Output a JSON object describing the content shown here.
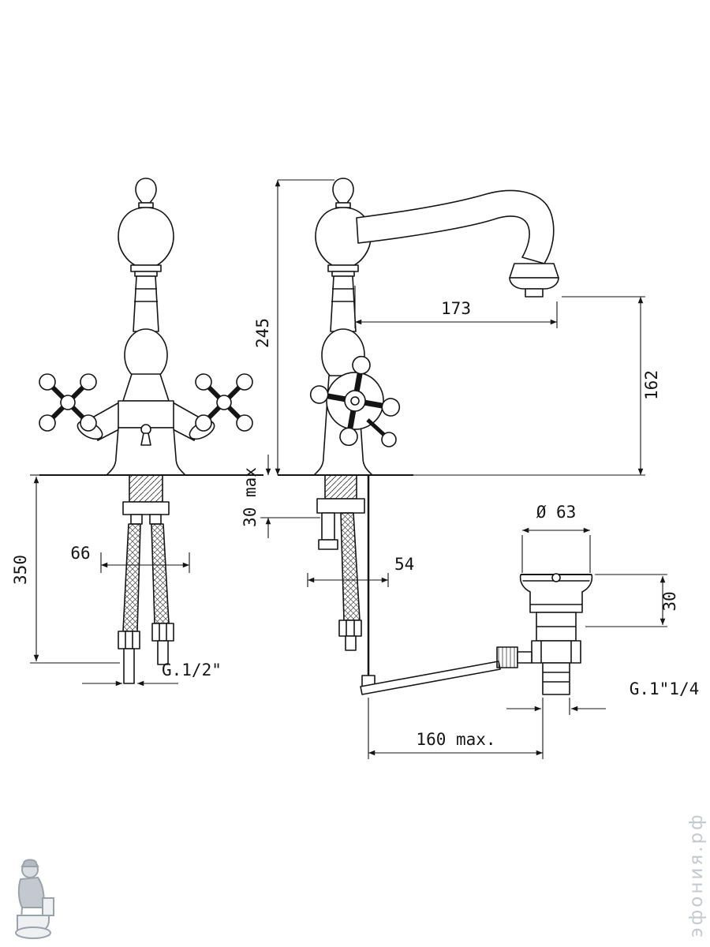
{
  "drawing": {
    "dims": {
      "height_total": "245",
      "spout_reach": "173",
      "spout_height": "162",
      "hose_length": "350",
      "hose_spread": "66",
      "deck_max": "30 max",
      "body_depth": "54",
      "drain_diameter": "Ø 63",
      "drain_height": "30",
      "rod_reach_max": "160 max.",
      "supply_thread": "G.1/2\"",
      "drain_thread": "G.1\"1/4"
    },
    "watermark": {
      "site": "эфония.рф"
    },
    "colors": {
      "line": "#151515",
      "watermark": "#c5cad0",
      "logo": "#9aa2ab"
    }
  }
}
